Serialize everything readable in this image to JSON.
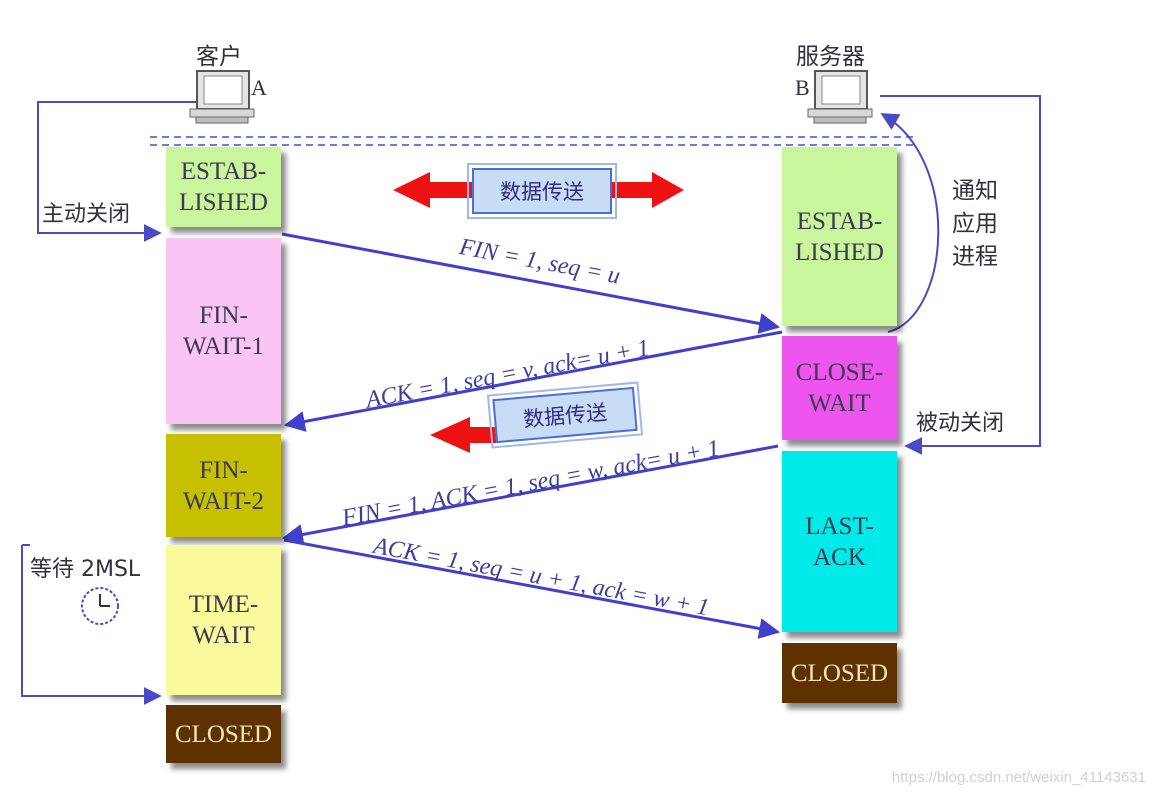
{
  "client": {
    "title": "客户",
    "letter": "A"
  },
  "server": {
    "title": "服务器",
    "letter": "B"
  },
  "client_states": [
    {
      "text": "ESTAB-\nLISHED",
      "color": "#c9f59c"
    },
    {
      "text": "FIN-\nWAIT-1",
      "color": "#fac4f5"
    },
    {
      "text": "FIN-\nWAIT-2",
      "color": "#c7c000"
    },
    {
      "text": "TIME-\nWAIT",
      "color": "#fafa9c"
    },
    {
      "text": "CLOSED",
      "color": "#5e3200"
    }
  ],
  "server_states": [
    {
      "text": "ESTAB-\nLISHED",
      "color": "#c9f59c"
    },
    {
      "text": "CLOSE-\nWAIT",
      "color": "#ee55ee"
    },
    {
      "text": "LAST-\nACK",
      "color": "#00eaea"
    },
    {
      "text": "CLOSED",
      "color": "#5e3200"
    }
  ],
  "messages": [
    "FIN = 1, seq = u",
    "ACK = 1, seq = v, ack= u + 1",
    "FIN = 1, ACK = 1, seq = w, ack= u + 1",
    "ACK = 1, seq = u + 1, ack = w + 1"
  ],
  "data_transfer_label": "数据传送",
  "active_close": "主动关闭",
  "passive_close": "被动关闭",
  "notify_app": "通知\n应用\n进程",
  "wait_2msl": "等待 2MSL",
  "watermark": "https://blog.csdn.net/weixin_41143631",
  "colors": {
    "arrow_blue": "#4040cc",
    "arrow_red": "#ee1111"
  }
}
